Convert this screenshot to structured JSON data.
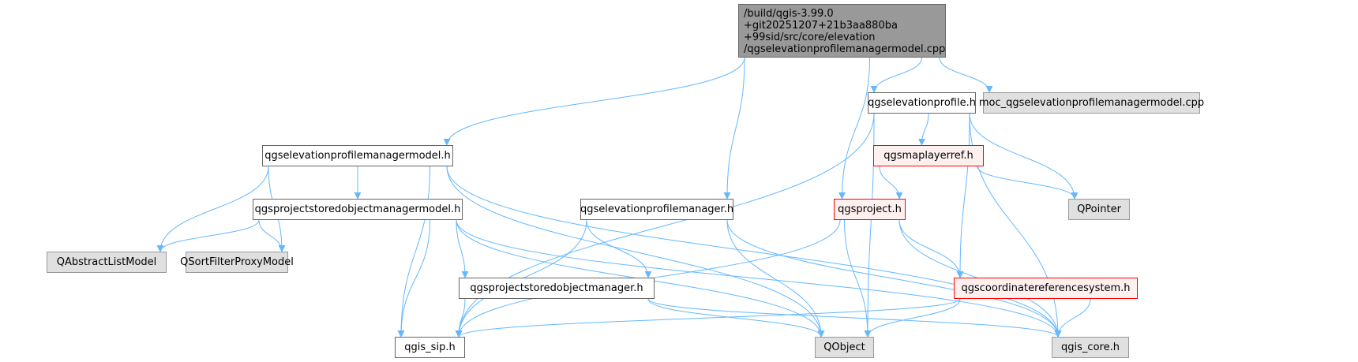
{
  "diagram": {
    "type": "include-dependency-graph",
    "colors": {
      "edge": "#63b8ff",
      "root_fill": "#999999",
      "plain_fill": "#ffffff",
      "external_fill": "#e0e0e0",
      "missing_fill": "#fff0f0",
      "missing_border": "#ff0000"
    },
    "root": {
      "id": "root",
      "lines": [
        "/build/qgis-3.99.0",
        "+git20251207+21b3aa880ba",
        "+99sid/src/core/elevation",
        "/qgselevationprofilemanagermodel.cpp"
      ]
    },
    "nodes": [
      {
        "id": "elevprofile",
        "label": "qgselevationprofile.h",
        "style": "plain"
      },
      {
        "id": "moc",
        "label": "moc_qgselevationprofilemanagermodel.cpp",
        "style": "ext"
      },
      {
        "id": "epmm",
        "label": "qgselevationprofilemanagermodel.h",
        "style": "plain"
      },
      {
        "id": "maplayerref",
        "label": "qgsmaplayerref.h",
        "style": "red"
      },
      {
        "id": "psomm",
        "label": "qgsprojectstoredobjectmanagermodel.h",
        "style": "plain"
      },
      {
        "id": "epm",
        "label": "qgselevationprofilemanager.h",
        "style": "plain"
      },
      {
        "id": "project",
        "label": "qgsproject.h",
        "style": "red"
      },
      {
        "id": "qpointer",
        "label": "QPointer",
        "style": "ext"
      },
      {
        "id": "qalm",
        "label": "QAbstractListModel",
        "style": "ext"
      },
      {
        "id": "qsfpm",
        "label": "QSortFilterProxyModel",
        "style": "ext"
      },
      {
        "id": "psom",
        "label": "qgsprojectstoredobjectmanager.h",
        "style": "plain"
      },
      {
        "id": "crs",
        "label": "qgscoordinatereferencesystem.h",
        "style": "red"
      },
      {
        "id": "sip",
        "label": "qgis_sip.h",
        "style": "plain"
      },
      {
        "id": "qobject",
        "label": "QObject",
        "style": "ext"
      },
      {
        "id": "core",
        "label": "qgis_core.h",
        "style": "ext"
      }
    ],
    "edges": [
      [
        "root",
        "epmm"
      ],
      [
        "root",
        "epm"
      ],
      [
        "root",
        "project"
      ],
      [
        "root",
        "elevprofile"
      ],
      [
        "root",
        "moc"
      ],
      [
        "elevprofile",
        "maplayerref"
      ],
      [
        "elevprofile",
        "qpointer"
      ],
      [
        "elevprofile",
        "qobject"
      ],
      [
        "elevprofile",
        "crs"
      ],
      [
        "elevprofile",
        "core"
      ],
      [
        "elevprofile",
        "sip"
      ],
      [
        "maplayerref",
        "project"
      ],
      [
        "maplayerref",
        "qpointer"
      ],
      [
        "epmm",
        "psomm"
      ],
      [
        "epmm",
        "qalm"
      ],
      [
        "epmm",
        "qsfpm"
      ],
      [
        "epmm",
        "qobject"
      ],
      [
        "epmm",
        "core"
      ],
      [
        "epmm",
        "sip"
      ],
      [
        "psomm",
        "qalm"
      ],
      [
        "psomm",
        "qsfpm"
      ],
      [
        "psomm",
        "psom"
      ],
      [
        "psomm",
        "sip"
      ],
      [
        "psomm",
        "qobject"
      ],
      [
        "psomm",
        "core"
      ],
      [
        "epm",
        "psom"
      ],
      [
        "epm",
        "sip"
      ],
      [
        "epm",
        "qobject"
      ],
      [
        "epm",
        "core"
      ],
      [
        "project",
        "crs"
      ],
      [
        "project",
        "sip"
      ],
      [
        "project",
        "qobject"
      ],
      [
        "project",
        "core"
      ],
      [
        "psom",
        "sip"
      ],
      [
        "psom",
        "qobject"
      ],
      [
        "psom",
        "core"
      ],
      [
        "crs",
        "sip"
      ],
      [
        "crs",
        "qobject"
      ],
      [
        "crs",
        "core"
      ]
    ]
  }
}
